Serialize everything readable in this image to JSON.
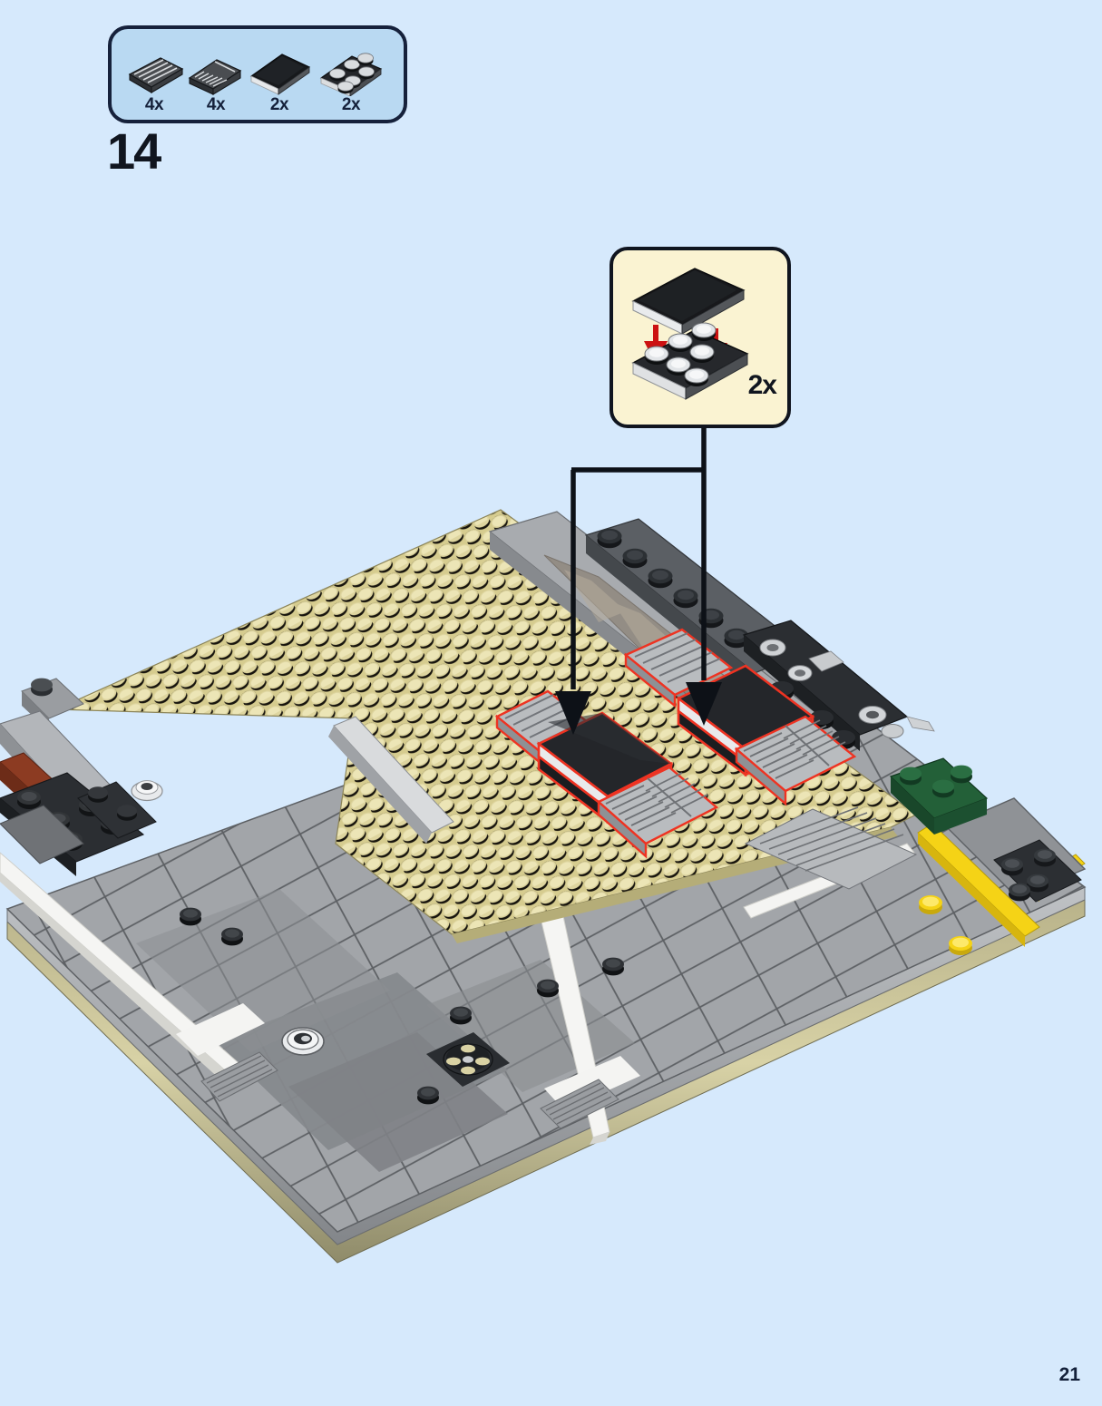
{
  "page": {
    "number": "21",
    "background_color": "#d6e9fc"
  },
  "step": {
    "number": "14"
  },
  "parts_list": {
    "box_fill": "#b9d9f2",
    "box_border": "#16213b",
    "items": [
      {
        "qty": "4x",
        "icon": "grille-tile-1x2",
        "color": "#3a3d42"
      },
      {
        "qty": "4x",
        "icon": "grille-slope-1x2",
        "color": "#3a3d42"
      },
      {
        "qty": "2x",
        "icon": "tile-2x3-black",
        "color": "#1b1b1b"
      },
      {
        "qty": "2x",
        "icon": "plate-2x3-black",
        "color": "#232323"
      }
    ]
  },
  "callout": {
    "qty": "2x",
    "fill": "#faf3d2",
    "border": "#10151f",
    "arrow_color": "#cc1111",
    "parts": [
      {
        "icon": "tile-2x3-black",
        "role": "top-piece"
      },
      {
        "icon": "plate-2x3-black",
        "role": "base-piece"
      }
    ]
  },
  "model": {
    "highlight_color": "#ee3322",
    "colors": {
      "tan_plate": "#d6cc8f",
      "tan_stud_top": "#e8e0ab",
      "tan_stud_side": "#1d1a12",
      "street_light": "#aeb1b4",
      "street_mid": "#9a9da0",
      "street_dark": "#72757a",
      "street_line": "#5a5d61",
      "white_line": "#f4f4f2",
      "yellow_line": "#f5d316",
      "dark_gray_brick": "#53575c",
      "black_brick": "#232629",
      "green_brick": "#1f5131",
      "dark_red_brick": "#7a2f1c",
      "baseplate_edge": "#c9c49a"
    },
    "highlighted_parts": [
      {
        "name": "black-tile-assembly-left",
        "label": "2x3 tile on plate"
      },
      {
        "name": "black-tile-assembly-right",
        "label": "2x3 tile on plate"
      },
      {
        "name": "grille-tile-upper-left",
        "label": "grille tile"
      },
      {
        "name": "grille-tile-upper-right",
        "label": "grille tile"
      },
      {
        "name": "grille-slope-lower-left",
        "label": "grille slope pair"
      },
      {
        "name": "grille-slope-lower-right",
        "label": "grille slope pair"
      }
    ],
    "arrows": 2
  }
}
